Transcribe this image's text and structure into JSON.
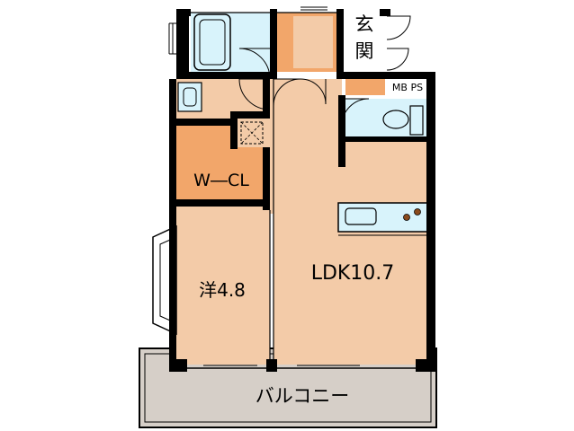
{
  "floorplan": {
    "rooms": {
      "entrance": "玄\n関",
      "walk_in_closet": "W―CL",
      "western_room": "洋4.8",
      "ldk": "LDK10.7",
      "balcony": "バルコニー",
      "meter_box": "MB PS"
    },
    "colors": {
      "floor": "#f3cba8",
      "closet": "#f2a66a",
      "fixture": "#d8f3fb",
      "wall": "#000000",
      "balcony": "#d6cfc8",
      "entrance": "#ffffff"
    }
  }
}
